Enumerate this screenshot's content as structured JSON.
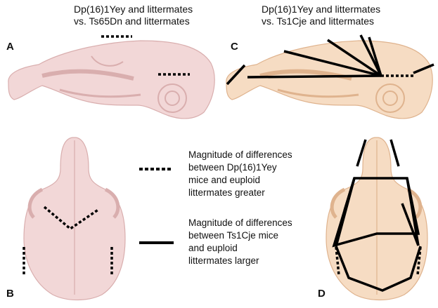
{
  "headers": {
    "left": [
      "Dp(16)1Yey and littermates",
      "vs. Ts65Dn and littermates"
    ],
    "right": [
      "Dp(16)1Yey and littermates",
      "vs. Ts1Cje and littermates"
    ]
  },
  "panel_labels": {
    "a": "A",
    "b": "B",
    "c": "C",
    "d": "D"
  },
  "legend": {
    "dotted": [
      "Magnitude of differences",
      "between Dp(16)1Yey",
      "mice and euploid",
      "littermates greater"
    ],
    "solid": [
      "Magnitude of differences",
      "between Ts1Cje mice",
      "and euploid",
      "littermates larger"
    ]
  },
  "colors": {
    "skull_pink": "#f2d7d7",
    "skull_pink_edge": "#d9aeae",
    "skull_peach": "#f6dcc3",
    "skull_peach_edge": "#dfb38e",
    "line": "#000000"
  }
}
